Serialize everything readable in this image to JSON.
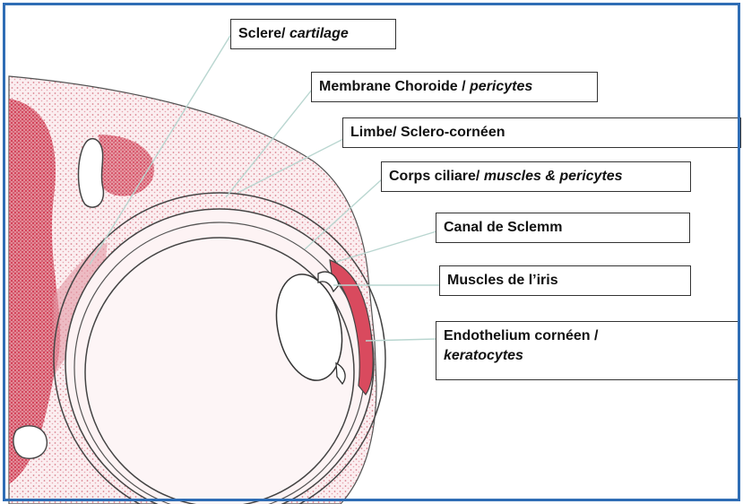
{
  "colors": {
    "frame": "#2f6db5",
    "stain": "#c8102e",
    "tissue": "#f8e8ea",
    "outline": "#444444"
  },
  "labels": [
    {
      "main": "Sclere/ ",
      "italic": "cartilage"
    },
    {
      "main": "Membrane Choroide / ",
      "italic": "pericytes"
    },
    {
      "main": "Limbe/ Sclero-cornéen",
      "italic": ""
    },
    {
      "main": "Corps ciliare/ ",
      "italic": "muscles & pericytes"
    },
    {
      "main": "Canal de  Sclemm",
      "italic": ""
    },
    {
      "main": "Muscles de l’iris",
      "italic": ""
    },
    {
      "main": "Endothelium  cornéen /",
      "italic": "keratocytes"
    }
  ]
}
